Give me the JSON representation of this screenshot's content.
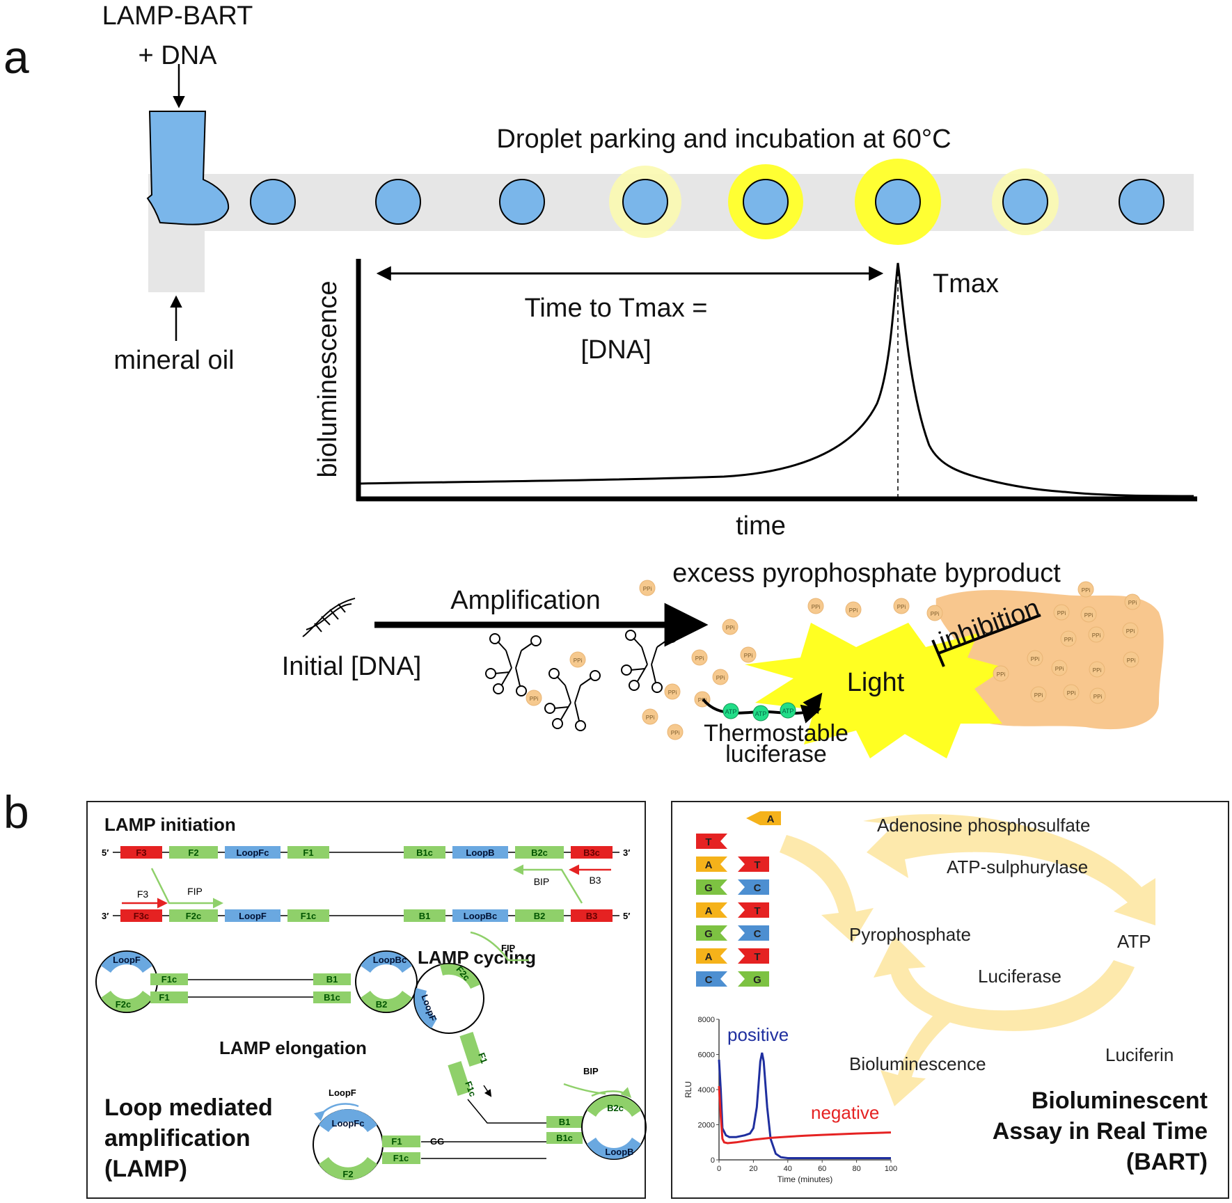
{
  "panel_a": {
    "letter": "a",
    "input_label_1": "LAMP-BART",
    "input_label_2": "+ DNA",
    "oil_label": "mineral oil",
    "channel_title": "Droplet parking and incubation at 60°C",
    "y_axis": "bioluminescence",
    "x_axis": "time",
    "peak_label": "Tmax",
    "time_label_1": "Time to Tmax =",
    "time_label_2": "[DNA]",
    "initial_dna": "Initial [DNA]",
    "amplification": "Amplification",
    "pyrophosphate": "excess pyrophosphate byproduct",
    "light": "Light",
    "inhibition": "inhibition",
    "luciferase_1": "Thermostable",
    "luciferase_2": "luciferase",
    "ppi": "PPi",
    "atp": "ATP",
    "colors": {
      "droplet": "#7ab6ea",
      "glow": "#ffff33",
      "burst": "#ffff22",
      "ppi": "#f6c98e",
      "atp": "#22dd88",
      "channel": "#e6e6e6"
    }
  },
  "panel_b": {
    "letter": "b",
    "lamp": {
      "initiation": "LAMP initiation",
      "cycling": "LAMP cycling",
      "elongation": "LAMP elongation",
      "title_1": "Loop mediated",
      "title_2": "amplification",
      "title_3": "(LAMP)",
      "five_prime": "5′",
      "three_prime": "3′",
      "top_strand": [
        "F3",
        "F2",
        "LoopFc",
        "F1",
        "B1c",
        "LoopB",
        "B2c",
        "B3c"
      ],
      "bottom_strand": [
        "F3c",
        "F2c",
        "LoopF",
        "F1c",
        "B1",
        "LoopBc",
        "B2",
        "B3"
      ],
      "primers": {
        "f3": "F3",
        "fip": "FIP",
        "bip": "BIP",
        "b3": "B3",
        "loopf": "LoopF",
        "gg": "GG"
      },
      "cycling_labels": [
        "LoopF",
        "F1c",
        "F1",
        "F2c",
        "B1",
        "B1c",
        "LoopBc",
        "B2"
      ],
      "elong_labels": [
        "F2c",
        "LoopF",
        "F1",
        "F1c",
        "B1",
        "B1c",
        "B2c",
        "LoopB",
        "LoopFc",
        "F1",
        "F1c",
        "F2"
      ]
    },
    "bart": {
      "aps": "Adenosine phosphosulfate",
      "atp_sulph": "ATP-sulphurylase",
      "pyrophosphate": "Pyrophosphate",
      "atp": "ATP",
      "luciferase": "Luciferase",
      "bioluminescence": "Bioluminescence",
      "luciferin": "Luciferin",
      "title_1": "Bioluminescent",
      "title_2": "Assay in Real Time",
      "title_3": "(BART)",
      "bases_left": [
        "T",
        "A",
        "G",
        "A",
        "G",
        "A",
        "C"
      ],
      "bases_right": [
        "A",
        "T",
        "C",
        "T",
        "C",
        "T",
        "G"
      ],
      "base_colors": {
        "A": "#f5b21a",
        "T": "#e52222",
        "G": "#7dc242",
        "C": "#4d8fd1"
      }
    }
  },
  "chart_data": {
    "type": "line",
    "title": "",
    "xlabel": "Time (minutes)",
    "ylabel": "RLU",
    "xlim": [
      0,
      100
    ],
    "ylim": [
      0,
      8000
    ],
    "xticks": [
      0,
      20,
      40,
      60,
      80,
      100
    ],
    "yticks": [
      0,
      2000,
      4000,
      6000,
      8000
    ],
    "series": [
      {
        "name": "positive",
        "color": "#1f2f9f",
        "x": [
          0,
          1,
          2,
          4,
          6,
          10,
          15,
          18,
          20,
          22,
          24,
          25,
          26,
          28,
          30,
          33,
          36,
          40,
          50,
          60,
          70,
          80,
          90,
          100
        ],
        "y": [
          5700,
          4000,
          1800,
          1400,
          1300,
          1300,
          1400,
          1500,
          1800,
          3000,
          5600,
          6100,
          5600,
          3000,
          1200,
          350,
          150,
          100,
          100,
          100,
          100,
          100,
          100,
          100
        ]
      },
      {
        "name": "negative",
        "color": "#e52222",
        "x": [
          0,
          1,
          2,
          3,
          5,
          10,
          20,
          30,
          40,
          50,
          60,
          70,
          80,
          90,
          100
        ],
        "y": [
          4200,
          2500,
          1200,
          1000,
          950,
          1000,
          1150,
          1250,
          1320,
          1380,
          1420,
          1460,
          1500,
          1530,
          1560
        ]
      }
    ]
  }
}
